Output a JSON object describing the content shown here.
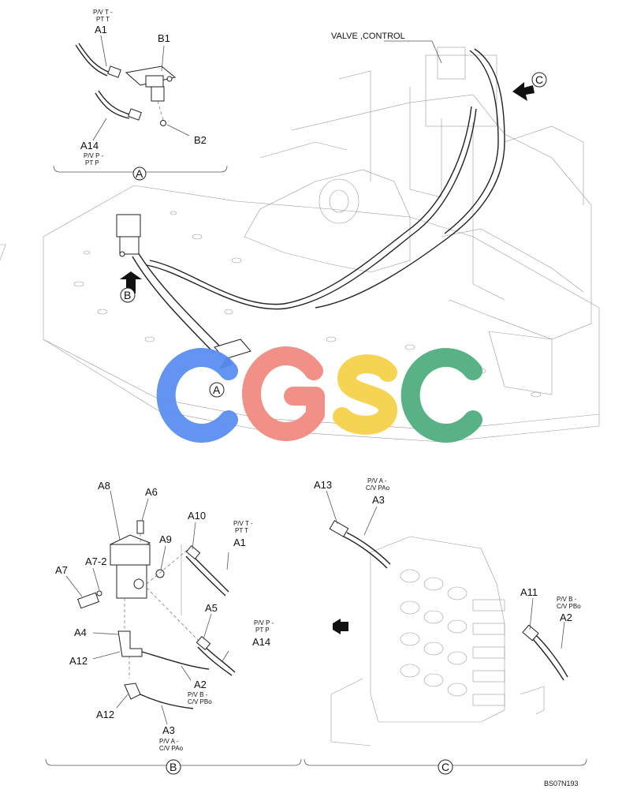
{
  "labels": {
    "valve_control": "VALVE ,CONTROL",
    "A1": "A1",
    "A2": "A2",
    "A3": "A3",
    "A4": "A4",
    "A5": "A5",
    "A6": "A6",
    "A7": "A7",
    "A7_2": "A7-2",
    "A8": "A8",
    "A9": "A9",
    "A10": "A10",
    "A11": "A11",
    "A12": "A12",
    "A13": "A13",
    "A14": "A14",
    "B1": "B1",
    "B2": "B2",
    "circle_A": "A",
    "circle_B": "B",
    "circle_C": "C"
  },
  "sub_labels": {
    "pvt_1": "P/V T -",
    "pvt_2": "PT T",
    "pvt2_1": "P/V T -",
    "pvt2_2": "PT T",
    "pvp_1": "P/V P -",
    "pvp_2": "PT P",
    "pvp2_1": "P/V P -",
    "pvp2_2": "PT P",
    "pvb_1": "P/V B -",
    "pvb_2": "C/V PBo",
    "pvb2_1": "P/V B -",
    "pvb2_2": "C/V PBo",
    "pva_1": "P/V A -",
    "pva_2": "C/V PAo",
    "pva2_1": "P/V A -",
    "pva2_2": "C/V PAo"
  },
  "watermark": {
    "letters": [
      "C",
      "G",
      "S",
      "C"
    ],
    "colors": [
      "#5b8ef0",
      "#f08a80",
      "#f5d24a",
      "#4fae80"
    ]
  },
  "drawing_number": "BS07N193"
}
